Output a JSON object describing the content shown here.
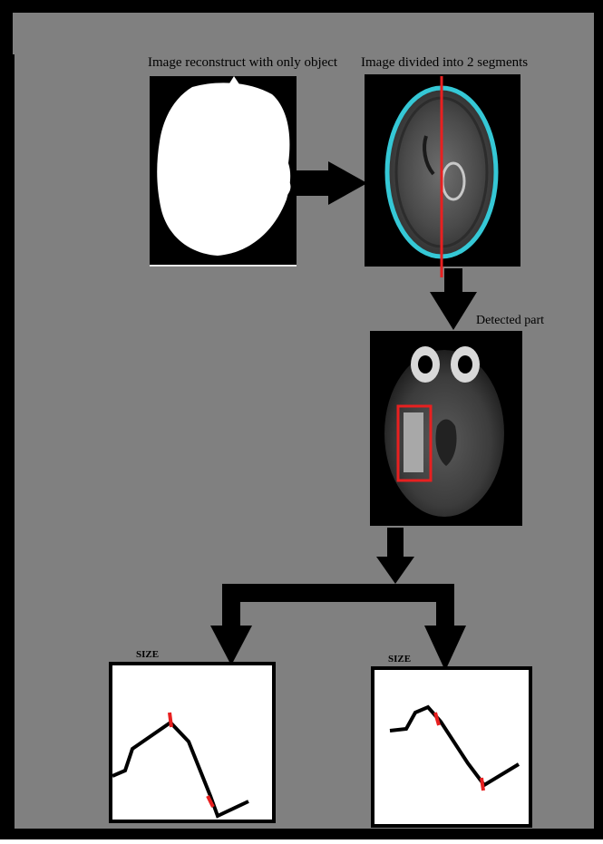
{
  "figure": {
    "background_color": "#808080",
    "frame_color": "#000000",
    "arrow_color": "#000000",
    "highlight_color": "#e82020",
    "ring_color": "#35c8d6"
  },
  "panels": {
    "reconstruct": {
      "caption": "Image reconstruct with only object"
    },
    "segments": {
      "caption": "Image divided into 2 segments"
    },
    "detected": {
      "caption": "Detected part"
    },
    "size_left": {
      "caption": "SIZE"
    },
    "size_right": {
      "caption": "SIZE"
    }
  }
}
